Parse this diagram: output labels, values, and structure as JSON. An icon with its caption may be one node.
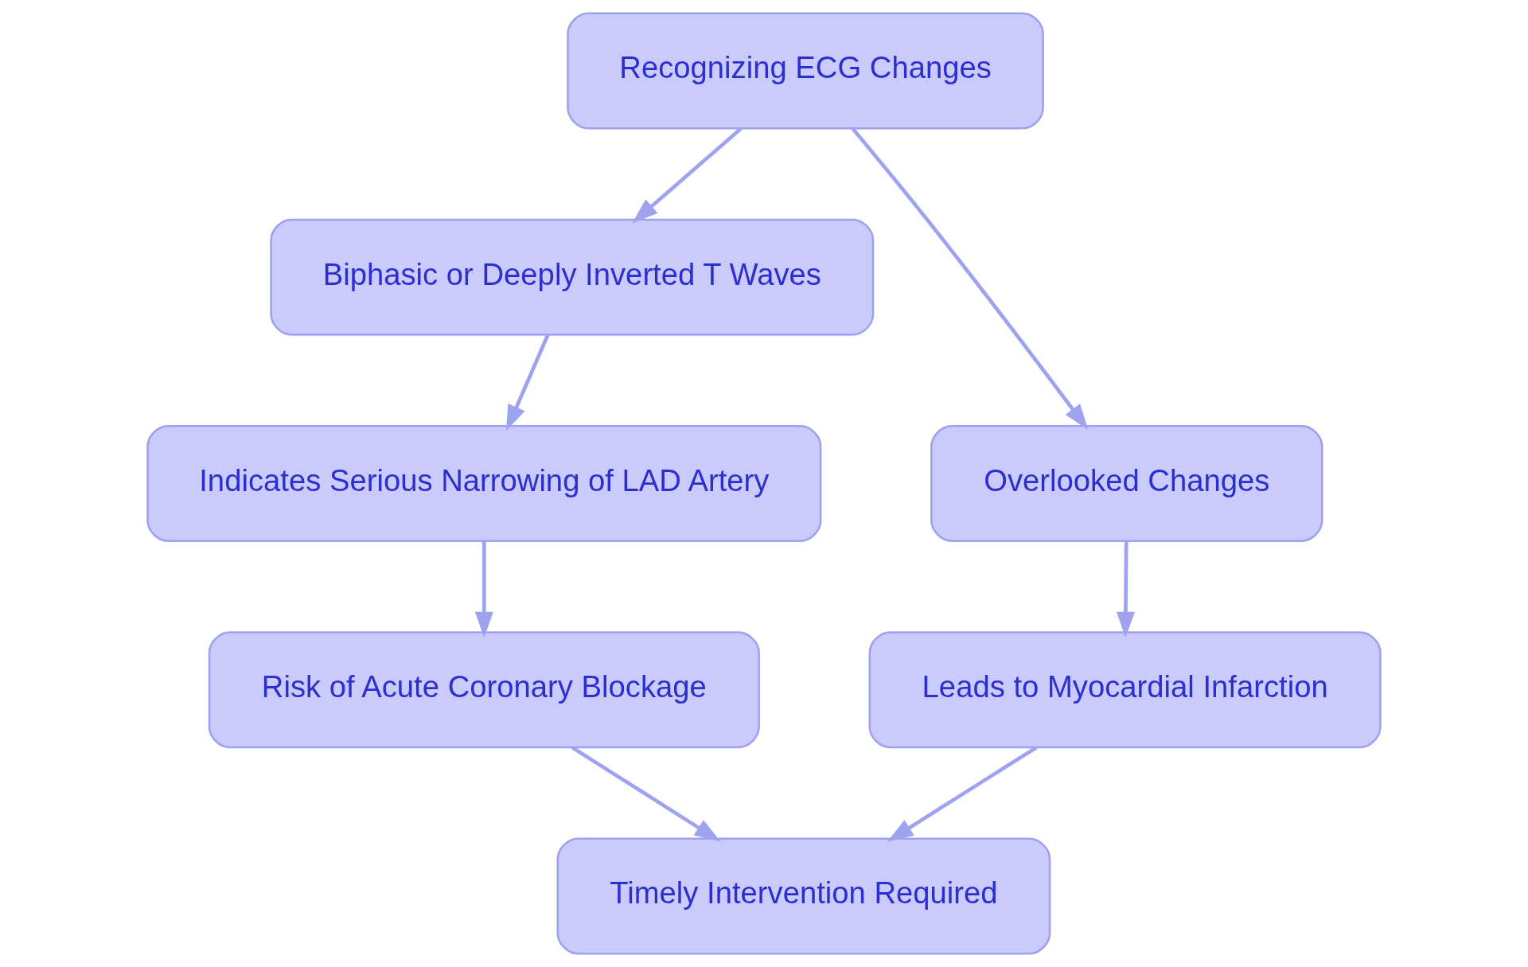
{
  "diagram": {
    "nodes": [
      {
        "text": [
          "Recognizing ECG Changes"
        ]
      },
      {
        "text": [
          "Biphasic or Deeply Inverted T Waves"
        ]
      },
      {
        "text": [
          "Indicates Serious Narrowing of LAD Artery"
        ]
      },
      {
        "text": [
          "Risk of Acute Coronary Blockage"
        ]
      },
      {
        "text": [
          "Overlooked Changes"
        ]
      },
      {
        "text": [
          "Leads to Myocardial Infarction"
        ]
      },
      {
        "text": [
          "Timely Intervention Required"
        ]
      }
    ],
    "edges": [
      {
        "from": 0,
        "to": 1,
        "arrow": "to"
      },
      {
        "from": 0,
        "to": 4,
        "arrow": "to"
      },
      {
        "from": 1,
        "to": 2,
        "arrow": "to"
      },
      {
        "from": 2,
        "to": 3,
        "arrow": "to"
      },
      {
        "from": 4,
        "to": 5,
        "arrow": "to"
      },
      {
        "from": 3,
        "to": 6,
        "arrow": "to"
      },
      {
        "from": 5,
        "to": 6,
        "arrow": "to"
      }
    ]
  }
}
